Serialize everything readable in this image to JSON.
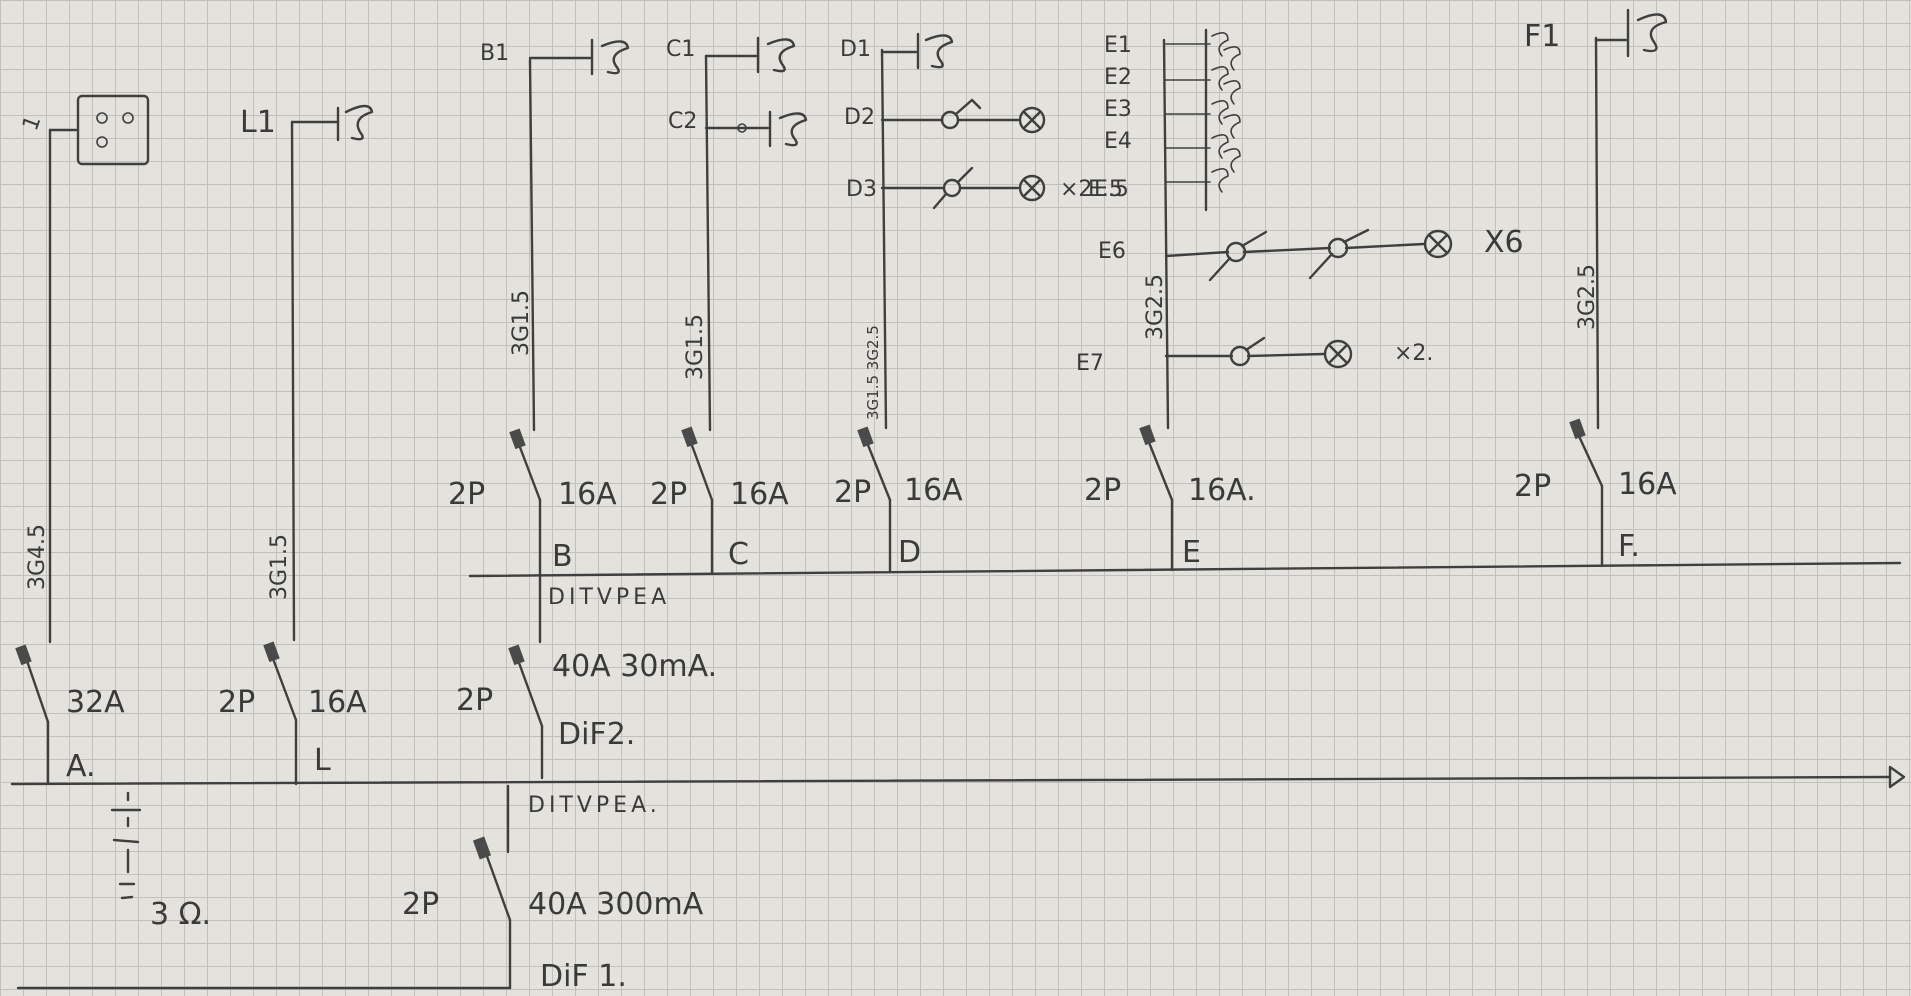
{
  "ground": {
    "label": "3 Ω."
  },
  "main_switch": {
    "poles": "2P",
    "rating": "40A 300mA",
    "name": "DiF 1."
  },
  "bus1": {
    "label": "DITVPEA."
  },
  "circuit_A": {
    "rating": "32A",
    "name": "A.",
    "cable": "3G4.5",
    "socket_label": "1"
  },
  "circuit_L": {
    "poles": "2P",
    "rating": "16A",
    "name": "L",
    "cable": "3G1.5",
    "load_label": "L1"
  },
  "dif2": {
    "poles": "2P",
    "rating": "40A 30mA.",
    "name": "DiF2."
  },
  "bus2": {
    "label": "DITVPEA"
  },
  "circuit_B": {
    "poles": "2P",
    "rating": "16A",
    "name": "B",
    "cable": "3G1.5",
    "loads": [
      "B1"
    ]
  },
  "circuit_C": {
    "poles": "2P",
    "rating": "16A",
    "name": "C",
    "cable": "3G1.5",
    "loads": [
      "C1",
      "C2"
    ]
  },
  "circuit_D": {
    "poles": "2P",
    "rating": "16A",
    "name": "D",
    "cable": "3G1.5 3G2.5",
    "loads": [
      "D1",
      "D2",
      "D3"
    ],
    "d3_qty": "×2",
    "d3_note": "E.5"
  },
  "circuit_E": {
    "poles": "2P",
    "rating": "16A.",
    "name": "E",
    "cable": "3G2.5",
    "loads": [
      "E1",
      "E2",
      "E3",
      "E4"
    ],
    "e5": "E.5",
    "e6": "E6",
    "e6_qty": "X6",
    "e7": "E7",
    "e7_qty": "×2."
  },
  "circuit_F": {
    "poles": "2P",
    "rating": "16A",
    "name": "F.",
    "cable": "3G2.5",
    "loads": [
      "F1"
    ]
  }
}
